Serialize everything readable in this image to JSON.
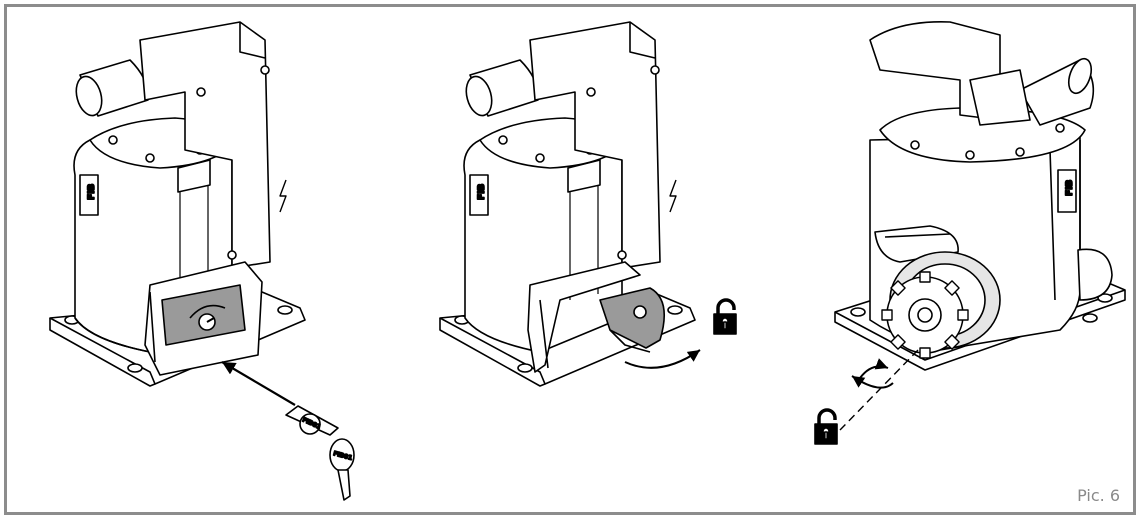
{
  "figure": {
    "caption": "Pic. 6",
    "panels": [
      {
        "brand": "FIB",
        "key_text": [
          "FIB01",
          "FIB01"
        ]
      },
      {
        "brand": "FIB"
      },
      {
        "brand": "FIB"
      }
    ]
  }
}
